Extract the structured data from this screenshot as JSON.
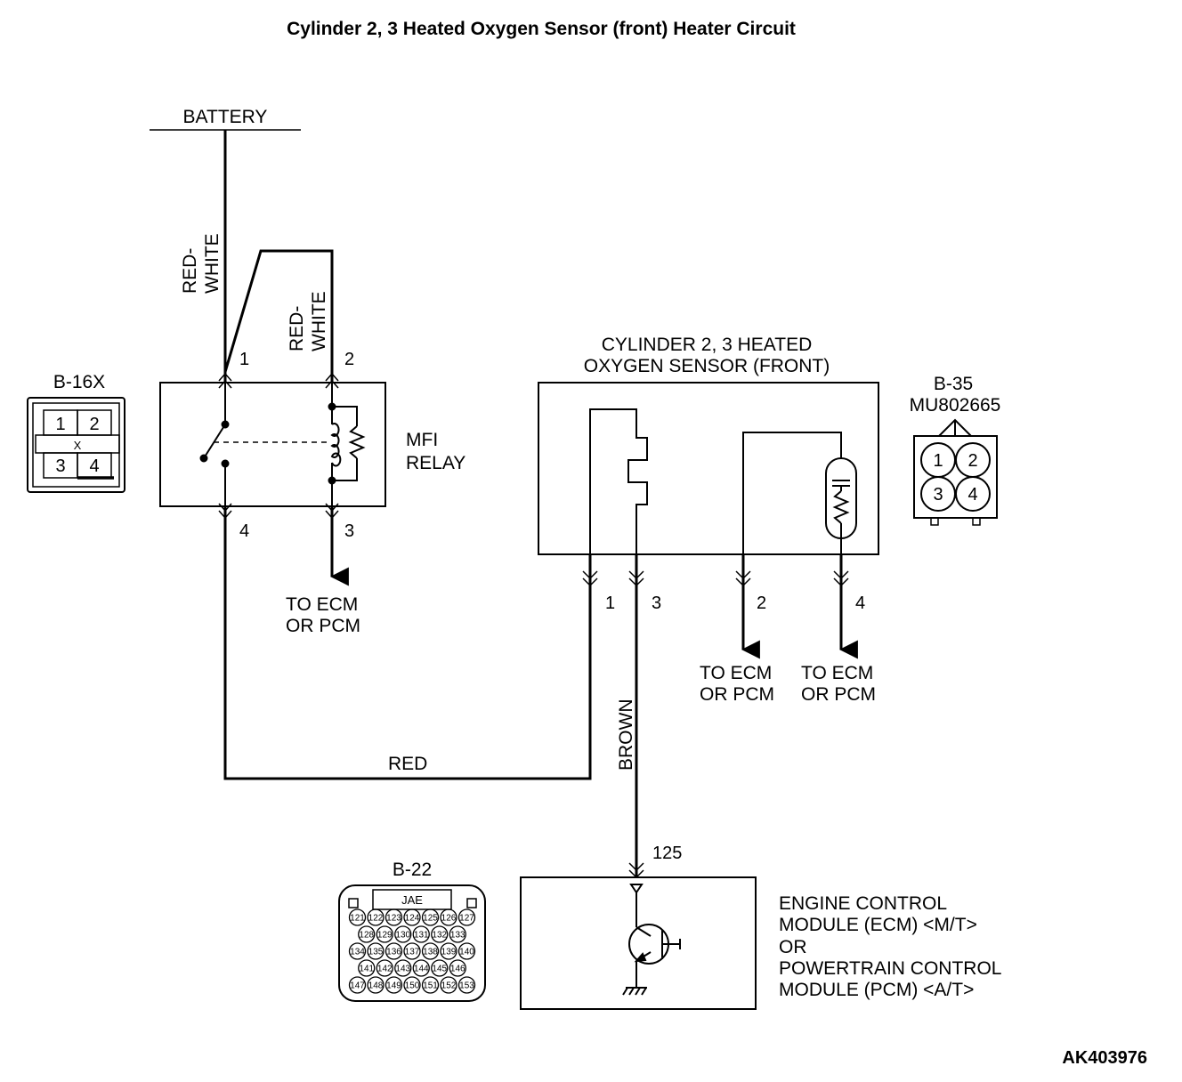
{
  "title": "Cylinder 2, 3 Heated Oxygen Sensor (front) Heater Circuit",
  "battery_label": "BATTERY",
  "figure_id": "AK403976",
  "wires": {
    "red_white_1": [
      "RED-",
      "WHITE"
    ],
    "red_white_2": [
      "RED-",
      "WHITE"
    ],
    "red": "RED",
    "brown": "BROWN"
  },
  "mfi_relay": {
    "label": [
      "MFI",
      "RELAY"
    ],
    "connector": "B-16X",
    "pins": [
      "1",
      "2",
      "3",
      "4"
    ],
    "connector_face": {
      "pins": [
        "1",
        "2",
        "3",
        "4"
      ],
      "mark": "X"
    },
    "pin3_destination": [
      "TO ECM",
      "OR PCM"
    ]
  },
  "oxygen_sensor": {
    "label": [
      "CYLINDER 2, 3 HEATED",
      "OXYGEN SENSOR (FRONT)"
    ],
    "connector": "B-35",
    "part_number": "MU802665",
    "pins": [
      "1",
      "3",
      "2",
      "4"
    ],
    "connector_face": {
      "pins": [
        "1",
        "2",
        "3",
        "4"
      ]
    },
    "pin2_destination": [
      "TO ECM",
      "OR PCM"
    ],
    "pin4_destination": [
      "TO ECM",
      "OR PCM"
    ]
  },
  "ecm": {
    "label": [
      "ENGINE CONTROL",
      "MODULE (ECM) <M/T>",
      "OR",
      "POWERTRAIN CONTROL",
      "MODULE (PCM) <A/T>"
    ],
    "terminal": "125",
    "connector": "B-22",
    "connector_brand": "JAE",
    "connector_rows": [
      [
        "121",
        "122",
        "123",
        "124",
        "125",
        "126",
        "127"
      ],
      [
        "128",
        "129",
        "130",
        "131",
        "132",
        "133"
      ],
      [
        "134",
        "135",
        "136",
        "137",
        "138",
        "139",
        "140"
      ],
      [
        "141",
        "142",
        "143",
        "144",
        "145",
        "146"
      ],
      [
        "147",
        "148",
        "149",
        "150",
        "151",
        "152",
        "153"
      ]
    ]
  }
}
